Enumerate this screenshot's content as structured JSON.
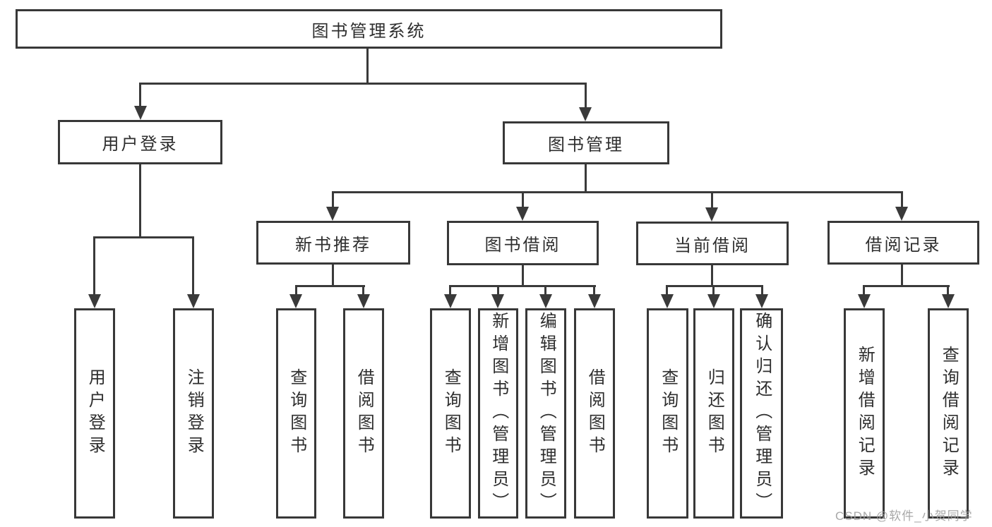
{
  "diagram_title": "图书管理系统",
  "nodes": {
    "root": "图书管理系统",
    "user_login": "用户登录",
    "book_mgmt": "图书管理",
    "new_books": "新书推荐",
    "book_borrow": "图书借阅",
    "current_borrow": "当前借阅",
    "borrow_records": "借阅记录",
    "leaf_user_login": "用户登录",
    "leaf_logout": "注销登录",
    "leaf_nb_query": "查询图书",
    "leaf_nb_borrow": "借阅图书",
    "leaf_bb_query": "查询图书",
    "leaf_bb_add": "新增图书（管理员）",
    "leaf_bb_edit": "编辑图书（管理员）",
    "leaf_bb_borrow": "借阅图书",
    "leaf_cb_query": "查询图书",
    "leaf_cb_return": "归还图书",
    "leaf_cb_confirm": "确认归还（管理员）",
    "leaf_br_add": "新增借阅记录",
    "leaf_br_query": "查询借阅记录"
  },
  "watermark": "CSDN @软件_小贺同学",
  "colors": {
    "line": "#3a3a3a",
    "border": "#383838",
    "text": "#2e2e2e",
    "watermark": "#9e9e9e",
    "background": "#ffffff"
  }
}
